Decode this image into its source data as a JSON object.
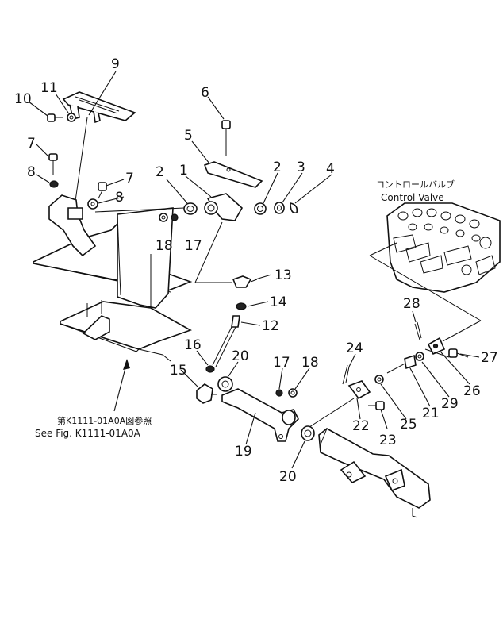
{
  "callouts": [
    {
      "id": "c1",
      "text": "1"
    },
    {
      "id": "c2a",
      "text": "2"
    },
    {
      "id": "c2b",
      "text": "2"
    },
    {
      "id": "c3",
      "text": "3"
    },
    {
      "id": "c4",
      "text": "4"
    },
    {
      "id": "c5",
      "text": "5"
    },
    {
      "id": "c6",
      "text": "6"
    },
    {
      "id": "c7a",
      "text": "7"
    },
    {
      "id": "c7b",
      "text": "7"
    },
    {
      "id": "c8a",
      "text": "8"
    },
    {
      "id": "c8b",
      "text": "8"
    },
    {
      "id": "c9",
      "text": "9"
    },
    {
      "id": "c10",
      "text": "10"
    },
    {
      "id": "c11",
      "text": "11"
    },
    {
      "id": "c12",
      "text": "12"
    },
    {
      "id": "c13",
      "text": "13"
    },
    {
      "id": "c14",
      "text": "14"
    },
    {
      "id": "c15",
      "text": "15"
    },
    {
      "id": "c16",
      "text": "16"
    },
    {
      "id": "c17a",
      "text": "17"
    },
    {
      "id": "c17b",
      "text": "17"
    },
    {
      "id": "c18a",
      "text": "18"
    },
    {
      "id": "c18b",
      "text": "18"
    },
    {
      "id": "c19",
      "text": "19"
    },
    {
      "id": "c20a",
      "text": "20"
    },
    {
      "id": "c20b",
      "text": "20"
    },
    {
      "id": "c21",
      "text": "21"
    },
    {
      "id": "c22",
      "text": "22"
    },
    {
      "id": "c23",
      "text": "23"
    },
    {
      "id": "c24",
      "text": "24"
    },
    {
      "id": "c25",
      "text": "25"
    },
    {
      "id": "c26",
      "text": "26"
    },
    {
      "id": "c27",
      "text": "27"
    },
    {
      "id": "c28",
      "text": "28"
    },
    {
      "id": "c29",
      "text": "29"
    }
  ],
  "control_valve": {
    "label_jp": "コントロールバルブ",
    "label_en": "Control Valve"
  },
  "reference": {
    "label_jp": "第K1111-01A0A図参照",
    "label_en": "See Fig. K1111-01A0A"
  }
}
